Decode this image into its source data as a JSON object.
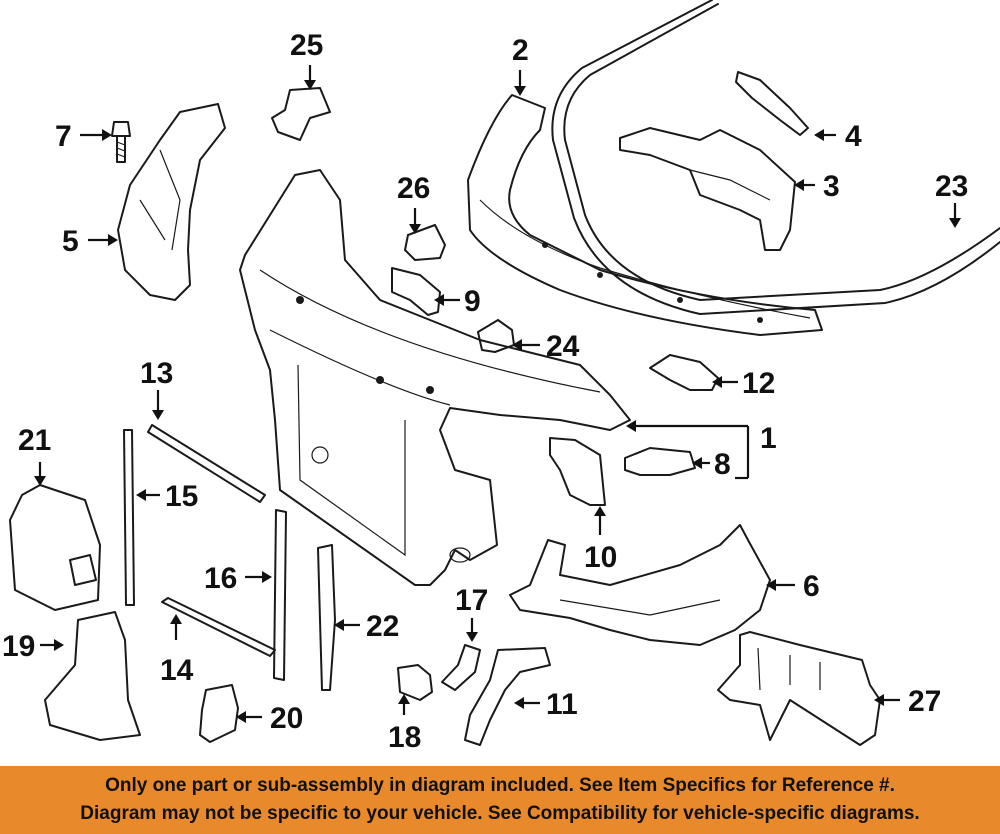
{
  "diagram": {
    "callouts": [
      "1",
      "2",
      "3",
      "4",
      "5",
      "6",
      "7",
      "8",
      "9",
      "10",
      "11",
      "12",
      "13",
      "14",
      "15",
      "16",
      "17",
      "18",
      "19",
      "20",
      "21",
      "22",
      "23",
      "24",
      "25",
      "26",
      "27"
    ]
  },
  "banner": {
    "line1": "Only one part or sub-assembly in diagram included. See Item Specifics for Reference #.",
    "line2": "Diagram may not be specific to your vehicle. See Compatibility for vehicle-specific diagrams."
  },
  "colors": {
    "banner_bg": "#e8892b",
    "ink": "#1a1a1a"
  }
}
